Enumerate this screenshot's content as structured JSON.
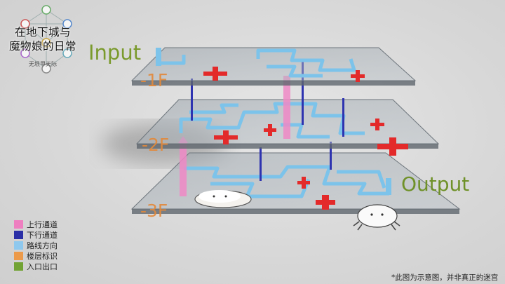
{
  "title": {
    "line1": "在地下城与",
    "line2": "魔物娘的日常",
    "subtitle": "无垠甲天际"
  },
  "labels": {
    "input": "Input",
    "output": "Output"
  },
  "floors": [
    "-1F",
    "-2F",
    "-3F"
  ],
  "legend": [
    {
      "label": "上行通道",
      "color": "#ee7fc0"
    },
    {
      "label": "下行通道",
      "color": "#2a2fa6"
    },
    {
      "label": "路线方向",
      "color": "#8ec8ee"
    },
    {
      "label": "楼层标识",
      "color": "#ec9a4a"
    },
    {
      "label": "入口出口",
      "color": "#72a334"
    }
  ],
  "note": "*此图为示意图，并非真正的迷宫",
  "colors": {
    "route": "#7cc3ea",
    "up": "#ee88c6",
    "down": "#2e33b0",
    "cross": "#e32a2a",
    "floor_label": "#e3893a",
    "io_label": "#7a9a2c"
  }
}
